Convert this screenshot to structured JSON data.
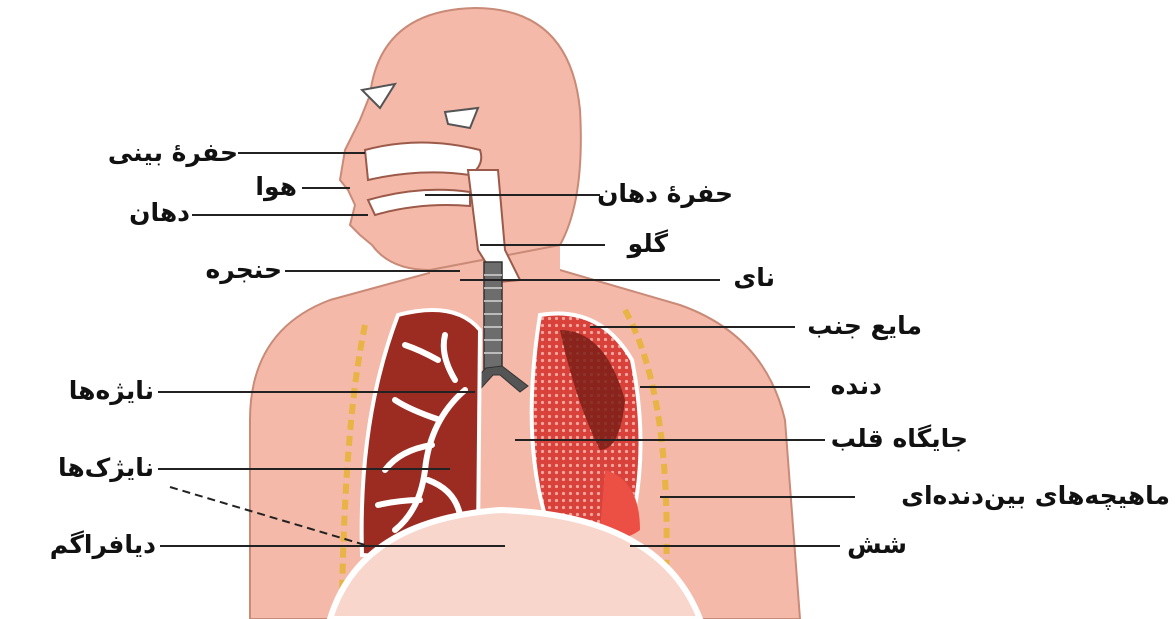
{
  "diagram": {
    "labels_left": [
      {
        "id": "nasal_cavity",
        "text": "حفرهٔ بینی"
      },
      {
        "id": "air",
        "text": "هوا"
      },
      {
        "id": "mouth",
        "text": "دهان"
      },
      {
        "id": "larynx",
        "text": "حنجره"
      },
      {
        "id": "bronchi",
        "text": "نایژه‌ها"
      },
      {
        "id": "bronchioles",
        "text": "نایژک‌ها"
      },
      {
        "id": "diaphragm",
        "text": "دیافراگم"
      }
    ],
    "labels_right": [
      {
        "id": "oral_cavity",
        "text": "حفرهٔ دهان"
      },
      {
        "id": "pharynx",
        "text": "گلو"
      },
      {
        "id": "trachea",
        "text": "نای"
      },
      {
        "id": "pleural_fluid",
        "text": "مایع جنب"
      },
      {
        "id": "rib",
        "text": "دنده"
      },
      {
        "id": "heart_place",
        "text": "جایگاه قلب"
      },
      {
        "id": "intercostal_muscles",
        "text": "ماهیچه‌های بین‌دنده‌ای"
      },
      {
        "id": "lung",
        "text": "شش"
      }
    ]
  },
  "colors": {
    "skin": "#f4b9a8",
    "skin_shadow": "#e89a87",
    "lung_dark": "#9c2b22",
    "lung_red": "#d8403a",
    "airway": "#ffffff",
    "pleura_yellow": "#e8b445",
    "line": "#222222"
  }
}
